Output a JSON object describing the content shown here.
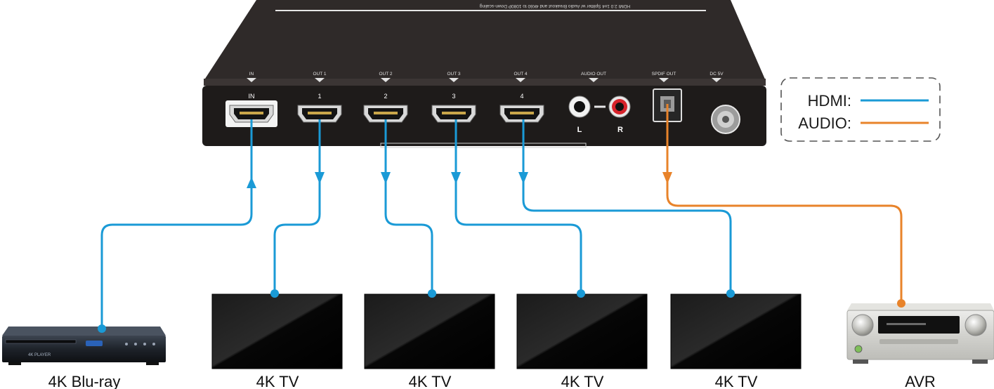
{
  "colors": {
    "hdmi": "#1a9ad6",
    "audio": "#e8832a",
    "device_body": "#2c2827",
    "device_face": "#1e1b1a",
    "avr_silver": "#d8d8d4"
  },
  "splitter": {
    "top_label": "HDMI 2.0 1x4 Splitter w/ Audio Breakout and 4K60 to 1080P Down-scaling",
    "panel_labels": [
      "IN",
      "OUT 1",
      "OUT 2",
      "OUT 3",
      "OUT 4",
      "AUDIO OUT",
      "SPDIF OUT",
      "DC 5V"
    ],
    "port_numbers": [
      "IN",
      "1",
      "2",
      "3",
      "4"
    ],
    "audio_left": "L",
    "audio_right": "R"
  },
  "legend": {
    "items": [
      {
        "label": "HDMI:",
        "color_key": "hdmi"
      },
      {
        "label": "AUDIO:",
        "color_key": "audio"
      }
    ]
  },
  "devices": {
    "bluray": {
      "caption": "4K Blu-ray",
      "face_text": "4K PLAYER"
    },
    "tvs": [
      "4K TV",
      "4K TV",
      "4K TV",
      "4K TV"
    ],
    "avr": {
      "caption": "AVR"
    }
  }
}
